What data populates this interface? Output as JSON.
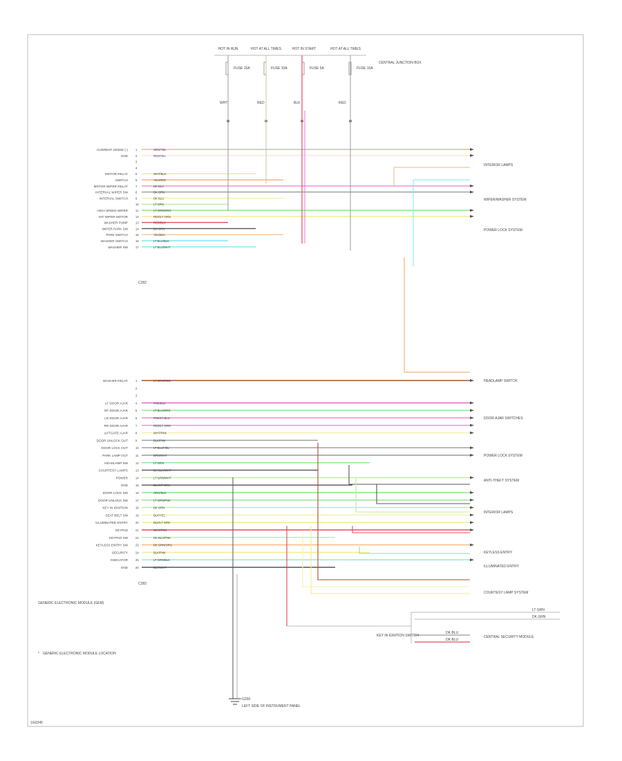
{
  "top_labels": [
    "HOT IN RUN",
    "HOT AT ALL TIMES",
    "HOT IN START",
    "HOT AT ALL TIMES"
  ],
  "fuse_labels": [
    "FUSE 15A",
    "FUSE 10A",
    "FUSE 5A",
    "FUSE 10A"
  ],
  "fuse_panel_label": "CENTRAL JUNCTION BOX",
  "feed_labels": [
    "WHT",
    "RED",
    "BLK",
    "RED"
  ],
  "upper_left_labels": [
    "CURRENT SENSE (-)",
    "GND",
    "",
    "",
    "MOTOR RELAY",
    "SWITCH",
    "MOTOR WIPER RELAY",
    "INTERVAL WIPER SW",
    "INTERVAL SWITCH",
    "",
    "HIGH SPEED WIPER",
    "INT WIPER MOTOR",
    "WASHER PUMP",
    "WIPER PARK SW",
    "PARK SWITCH",
    "WASHER SWITCH",
    "WASHER SW"
  ],
  "upper_connector_label": "C282",
  "upper_wire_colors": [
    "ORG/YEL",
    "RED/YEL",
    "",
    "",
    "WHT/BLK",
    "YEL/RED",
    "DK BLU",
    "DK GRN",
    "DK BLU",
    "LT GRN",
    "LT GRN/ORG",
    "RED/LT GRN",
    "RED/BLK",
    "DK GRN",
    "YEL/BLK",
    "LT BLU/BLK",
    "LT BLU/WHT"
  ],
  "upper_right_groups": [
    "INTERIOR LAMPS",
    "WIPER/WASHER SYSTEM",
    "POWER LOCK SYSTEM"
  ],
  "lower_left_labels": [
    "WASHER RELAY",
    "",
    "",
    "LF DOOR AJAR",
    "RF DOOR AJAR",
    "LR DOOR AJAR",
    "RR DOOR AJAR",
    "LIFTGATE AJAR",
    "DOOR UNLOCK OUT",
    "DOOR LOCK OUT",
    "PARK LAMP OUT",
    "HEADLAMP SW",
    "COURTESY LAMPS",
    "POWER",
    "GND",
    "DOOR LOCK SW",
    "DOOR UNLOCK SW",
    "KEY IN IGNITION",
    "SEAT BELT SW",
    "ILLUMINATED ENTRY",
    "KEYPAD",
    "KEYPAD SW",
    "KEYLESS ENTRY SW",
    "SECURITY",
    "INDICATOR",
    "GND"
  ],
  "lower_connector_label": "C283",
  "lower_wire_colors": [
    "LT GRN/RED",
    "",
    "",
    "PNK/BLK",
    "LT BLU/ORG",
    "PNK/LT BLU",
    "RED/LT GRN",
    "WHT/PNK",
    "BLK/PNK",
    "LT BLU/YEL",
    "BRN/WHT",
    "LT GRN",
    "DK BLU/WHT",
    "LT GRN/WHT",
    "BLK/LT GRN",
    "ORG/BLK",
    "LT GRN/PNK",
    "DK GRN",
    "BLK/YEL",
    "BLK/LT GRN",
    "WHT/PNK",
    "DK BLU/PNK",
    "DK GRN/ORG",
    "BLK/PNK",
    "LT GRN/BLK",
    "BLK/WHT"
  ],
  "lower_right_groups": [
    "HEADLAMP SWITCH",
    "DOOR AJAR SWITCHES",
    "POWER LOCK SYSTEM",
    "ANTI-THEFT SYSTEM",
    "INTERIOR LAMPS",
    "KEYLESS ENTRY",
    "ILLUMINATED ENTRY",
    "COURTESY LAMP SYSTEM"
  ],
  "module_title": "GENERIC ELECTRONIC MODULE (GEM)",
  "module_note": "GENERIC ELECTRONIC MODULE LOCATION",
  "ground_label": "G200",
  "ground_sub": "LEFT SIDE OF INSTRUMENT PANEL",
  "switch_label": "KEY IN IGNITION SWITCH",
  "bottom_right_group": "CENTRAL SECURITY MODULE",
  "bottom_right_wires": [
    "DK BLU",
    "DK BLU"
  ],
  "right_top_lines": [
    "LT GRN",
    "DK GRN"
  ],
  "footer_code": "1G0345",
  "colors": {
    "orange": "#f7b57a",
    "pink": "#f08bd2",
    "magenta": "#e05bd0",
    "yellow": "#f3ea8c",
    "pale_yellow": "#f5f0a8",
    "green": "#8ee38a",
    "lt_green": "#b8efa0",
    "cyan": "#7fe6f0",
    "red": "#e84a5f",
    "dk_red": "#d6364a",
    "grey": "#9a9a9a",
    "dk_grey": "#555555",
    "brown": "#a0522d",
    "peach": "#f8c59a"
  }
}
